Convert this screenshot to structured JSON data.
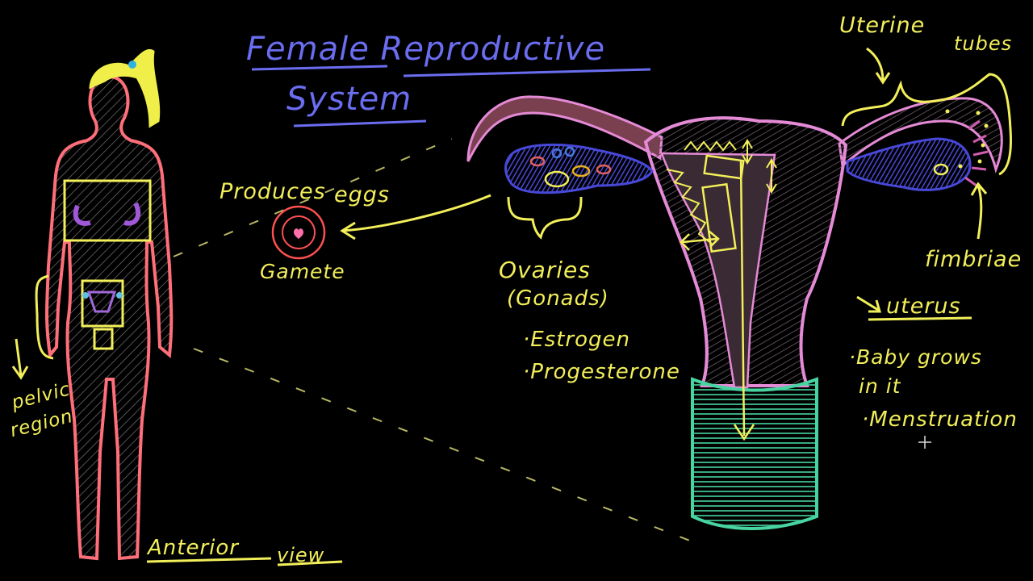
{
  "title": {
    "line1": "Female Reproductive",
    "line2": "System"
  },
  "labels": {
    "produces": "Produces",
    "eggs": "eggs",
    "gamete": "Gamete",
    "ovaries": "Ovaries",
    "gonads": "(Gonads)",
    "estrogen": "·Estrogen",
    "progesterone": "·Progesterone",
    "uterine": "Uterine",
    "tubes": "tubes",
    "fimbriae": "fimbriae",
    "uterus": "uterus",
    "baby_line1": "·Baby grows",
    "baby_line2": "in it",
    "menstruation": "·Menstruation",
    "pelvic": "pelvic",
    "region": "region",
    "anterior": "Anterior",
    "view": "view"
  },
  "colors": {
    "background": "#000000",
    "text_yellow": "#f2ef5a",
    "title_purple": "#6a6df0",
    "body_outline": "#ff6f7a",
    "uterus_pink": "#e58ad6",
    "ovary_blue": "#4848d8",
    "cervix_green": "#47d4a0"
  }
}
